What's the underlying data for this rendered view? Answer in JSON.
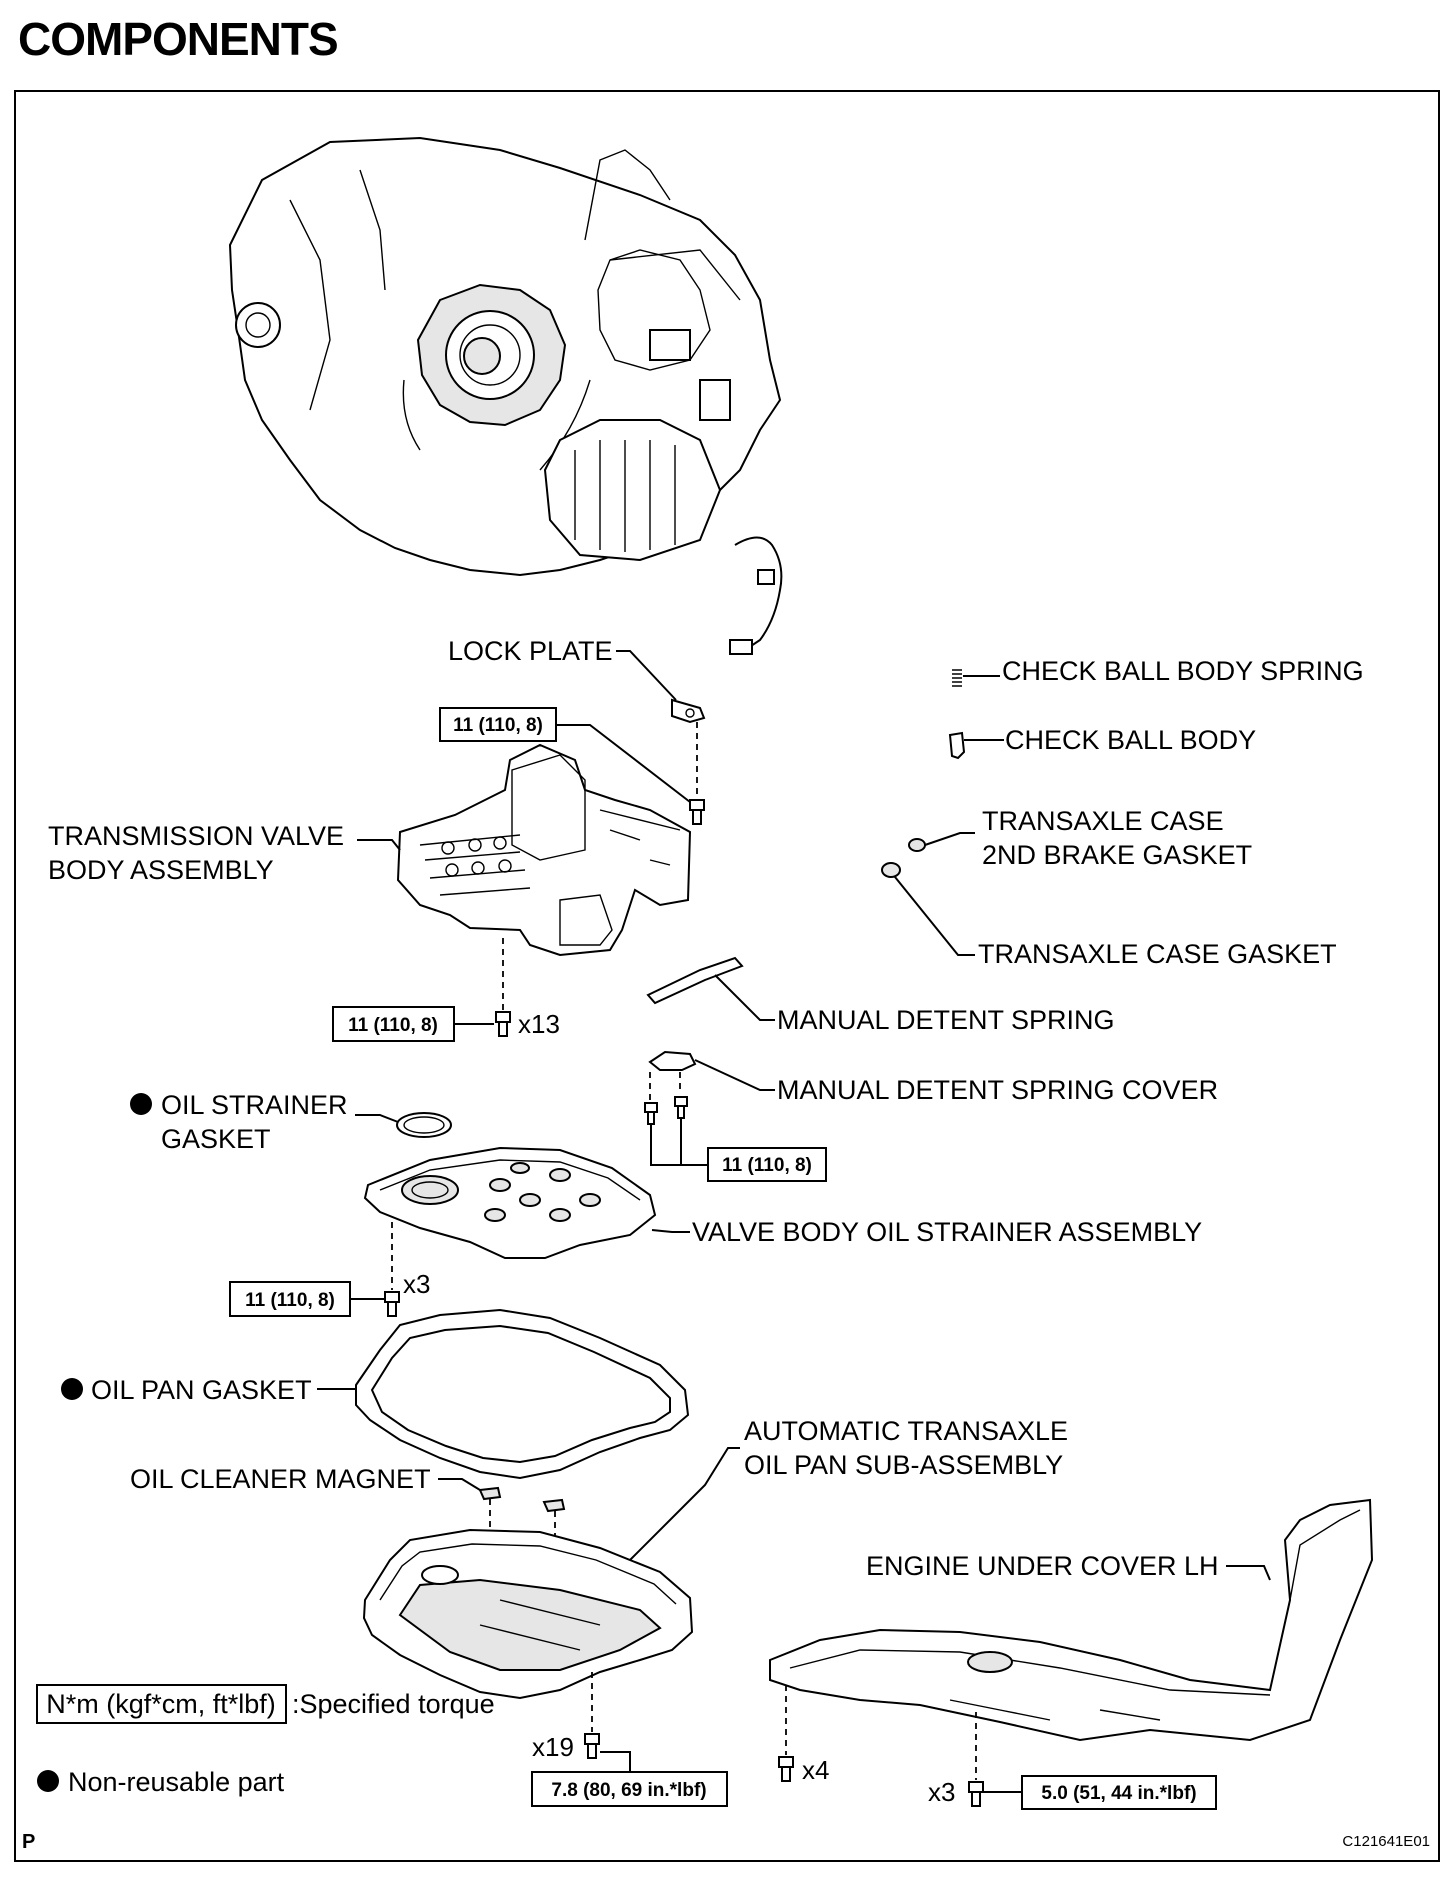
{
  "page": {
    "title": "COMPONENTS",
    "corner_left": "P",
    "corner_right": "C121641E01"
  },
  "labels": {
    "lock_plate": "LOCK PLATE",
    "check_ball_body_spring": "CHECK BALL BODY SPRING",
    "check_ball_body": "CHECK BALL BODY",
    "valve_body_line1": "TRANSMISSION VALVE",
    "valve_body_line2": "BODY ASSEMBLY",
    "case_2nd_gasket_line1": "TRANSAXLE CASE",
    "case_2nd_gasket_line2": "2ND BRAKE GASKET",
    "case_gasket": "TRANSAXLE CASE GASKET",
    "detent_spring": "MANUAL DETENT SPRING",
    "detent_spring_cover": "MANUAL DETENT SPRING COVER",
    "strainer_gasket_line1": "OIL STRAINER",
    "strainer_gasket_line2": "GASKET",
    "strainer_assembly": "VALVE BODY OIL STRAINER ASSEMBLY",
    "oil_pan_gasket": "OIL PAN GASKET",
    "oil_pan_line1": "AUTOMATIC TRANSAXLE",
    "oil_pan_line2": "OIL PAN SUB-ASSEMBLY",
    "oil_cleaner_magnet": "OIL CLEANER MAGNET",
    "engine_under_cover": "ENGINE UNDER COVER LH"
  },
  "torques": {
    "lock_plate_bolt": "11 (110, 8)",
    "valve_body_bolts": "11 (110, 8)",
    "detent_cover_bolts": "11 (110, 8)",
    "strainer_bolts": "11 (110, 8)",
    "oil_pan_bolts": "7.8 (80, 69 in.*lbf)",
    "under_cover_bolts": "5.0 (51, 44 in.*lbf)"
  },
  "quantities": {
    "valve_body_bolts": "x13",
    "strainer_bolts": "x3",
    "oil_pan_bolts": "x19",
    "under_cover_left": "x4",
    "under_cover_right": "x3"
  },
  "legend": {
    "torque_unit": "N*m (kgf*cm, ft*lbf)",
    "torque_desc": ":Specified torque",
    "non_reusable": "Non-reusable part"
  }
}
